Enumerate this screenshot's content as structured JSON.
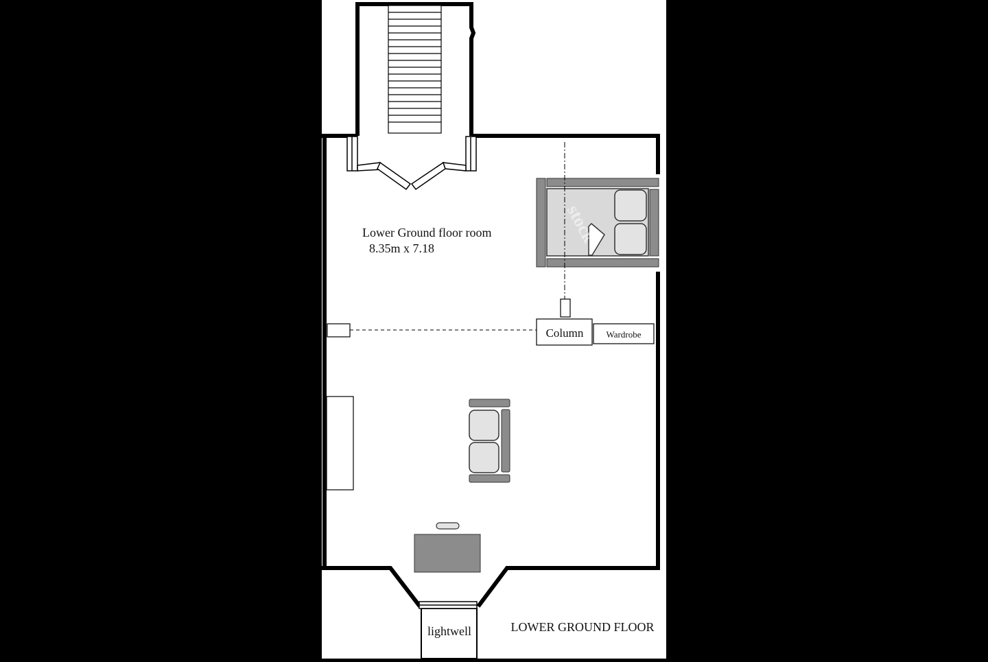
{
  "diagram": {
    "room_label": "Lower Ground floor room",
    "room_dimensions": "8.35m x 7.18",
    "column_label": "Column",
    "wardrobe_label": "Wardrobe",
    "lightwell_label": "lightwell",
    "floor_title": "LOWER GROUND FLOOR",
    "watermark": "stock"
  },
  "colors": {
    "background": "#000000",
    "paper": "#ffffff",
    "wall": "#000000",
    "furniture_dark": "#8c8c8c",
    "furniture_light": "#d9d9d9",
    "cushion": "#e3e3e3"
  }
}
